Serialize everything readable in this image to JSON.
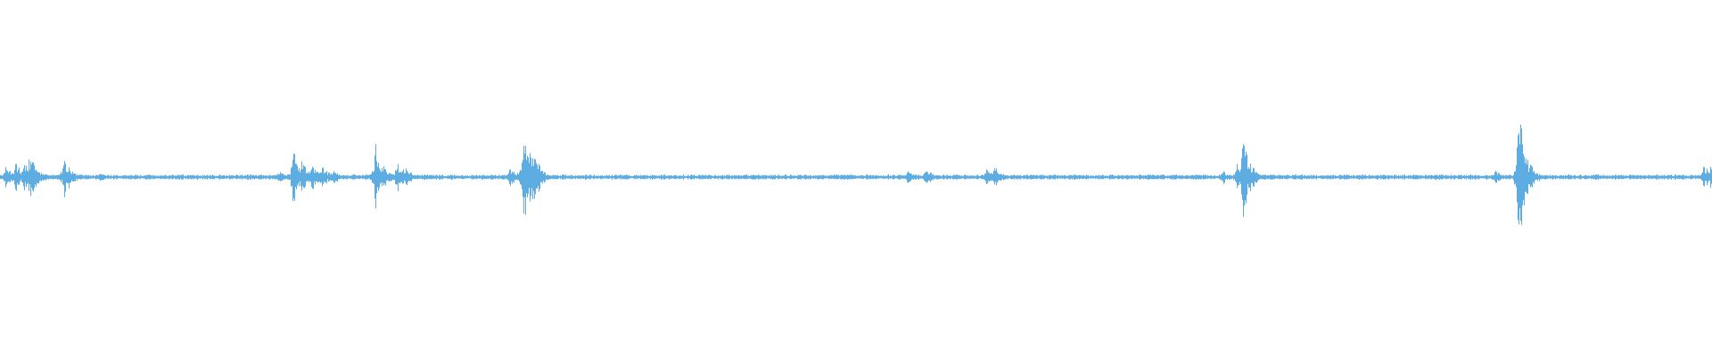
{
  "waveform": {
    "color": "#5dade2",
    "background": "#ffffff",
    "baseline_amplitude": 0.02,
    "duration_fraction_events": [
      {
        "at": 0.003,
        "amp": 0.1
      },
      {
        "at": 0.009,
        "amp": 0.12
      },
      {
        "at": 0.014,
        "amp": 0.14
      },
      {
        "at": 0.017,
        "amp": 0.2
      },
      {
        "at": 0.02,
        "amp": 0.12
      },
      {
        "at": 0.037,
        "amp": 0.17
      },
      {
        "at": 0.04,
        "amp": 0.1
      },
      {
        "at": 0.058,
        "amp": 0.04
      },
      {
        "at": 0.163,
        "amp": 0.07
      },
      {
        "at": 0.171,
        "amp": 0.22
      },
      {
        "at": 0.176,
        "amp": 0.14
      },
      {
        "at": 0.182,
        "amp": 0.12
      },
      {
        "at": 0.188,
        "amp": 0.1
      },
      {
        "at": 0.194,
        "amp": 0.08
      },
      {
        "at": 0.219,
        "amp": 0.28
      },
      {
        "at": 0.225,
        "amp": 0.07
      },
      {
        "at": 0.232,
        "amp": 0.15
      },
      {
        "at": 0.237,
        "amp": 0.08
      },
      {
        "at": 0.298,
        "amp": 0.1
      },
      {
        "at": 0.306,
        "amp": 0.51
      },
      {
        "at": 0.31,
        "amp": 0.28
      },
      {
        "at": 0.314,
        "amp": 0.12
      },
      {
        "at": 0.53,
        "amp": 0.06
      },
      {
        "at": 0.54,
        "amp": 0.08
      },
      {
        "at": 0.576,
        "amp": 0.07
      },
      {
        "at": 0.581,
        "amp": 0.1
      },
      {
        "at": 0.714,
        "amp": 0.06
      },
      {
        "at": 0.722,
        "amp": 0.12
      },
      {
        "at": 0.726,
        "amp": 0.34
      },
      {
        "at": 0.73,
        "amp": 0.12
      },
      {
        "at": 0.873,
        "amp": 0.06
      },
      {
        "at": 0.887,
        "amp": 0.56
      },
      {
        "at": 0.891,
        "amp": 0.18
      },
      {
        "at": 0.995,
        "amp": 0.1
      },
      {
        "at": 0.999,
        "amp": 0.09
      }
    ]
  }
}
